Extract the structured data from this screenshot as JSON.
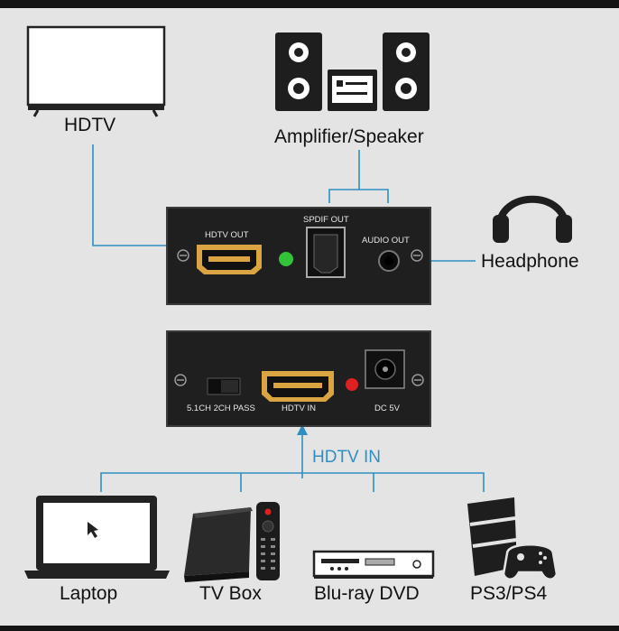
{
  "devices": {
    "hdtv": "HDTV",
    "amplifier": "Amplifier/Speaker",
    "headphone": "Headphone",
    "laptop": "Laptop",
    "tvbox": "TV Box",
    "bluray": "Blu-ray DVD",
    "console": "PS3/PS4"
  },
  "front_panel": {
    "hdtv_out": "HDTV  OUT",
    "spdif_out": "SPDIF OUT",
    "audio_out": "AUDIO OUT",
    "led_color": "#33c23a"
  },
  "back_panel": {
    "switch_label": "5.1CH 2CH PASS",
    "hdtv_in": "HDTV  IN",
    "dc": "DC 5V",
    "led_color": "#e02020"
  },
  "input_label": "HDTV IN",
  "colors": {
    "line": "#2f8fc0",
    "device_dark": "#1e1e1e",
    "background": "#e4e4e4"
  }
}
